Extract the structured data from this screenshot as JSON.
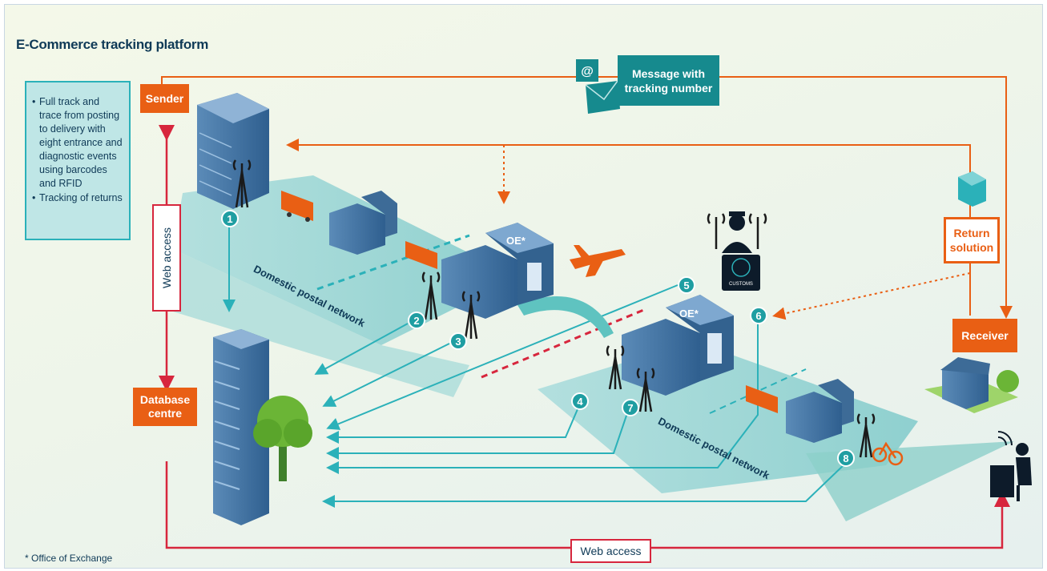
{
  "title": "E-Commerce tracking platform",
  "info_box": {
    "items": [
      "Full track and trace from posting to delivery with eight entrance and diagnostic events using barcodes and RFID",
      "Tracking of returns"
    ]
  },
  "labels": {
    "sender": "Sender",
    "database_centre": "Database centre",
    "receiver": "Receiver",
    "message": "Message with tracking number",
    "return_solution": "Return solution",
    "web_access_vertical": "Web access",
    "web_access_horizontal": "Web access",
    "domestic_network_1": "Domestic postal network",
    "domestic_network_2": "Domestic postal network",
    "oe_1": "OE*",
    "oe_2": "OE*",
    "customs": "CUSTOMS",
    "at_sign": "@",
    "footnote": "* Office of Exchange"
  },
  "event_numbers": [
    "1",
    "2",
    "3",
    "4",
    "5",
    "6",
    "7",
    "8"
  ],
  "colors": {
    "orange": "#e95f14",
    "teal": "#168a8e",
    "teal_light": "#2bb1b9",
    "red": "#d7263d",
    "navy": "#0f3a57",
    "building_blue": "#3f6f9c",
    "green": "#5aa52b"
  },
  "icons": [
    "building-icon",
    "antenna-icon",
    "truck-icon",
    "warehouse-icon",
    "airplane-icon",
    "customs-officer-icon",
    "email-icon",
    "parcel-icon",
    "house-icon",
    "tree-icon",
    "bicycle-icon",
    "computer-user-icon"
  ]
}
